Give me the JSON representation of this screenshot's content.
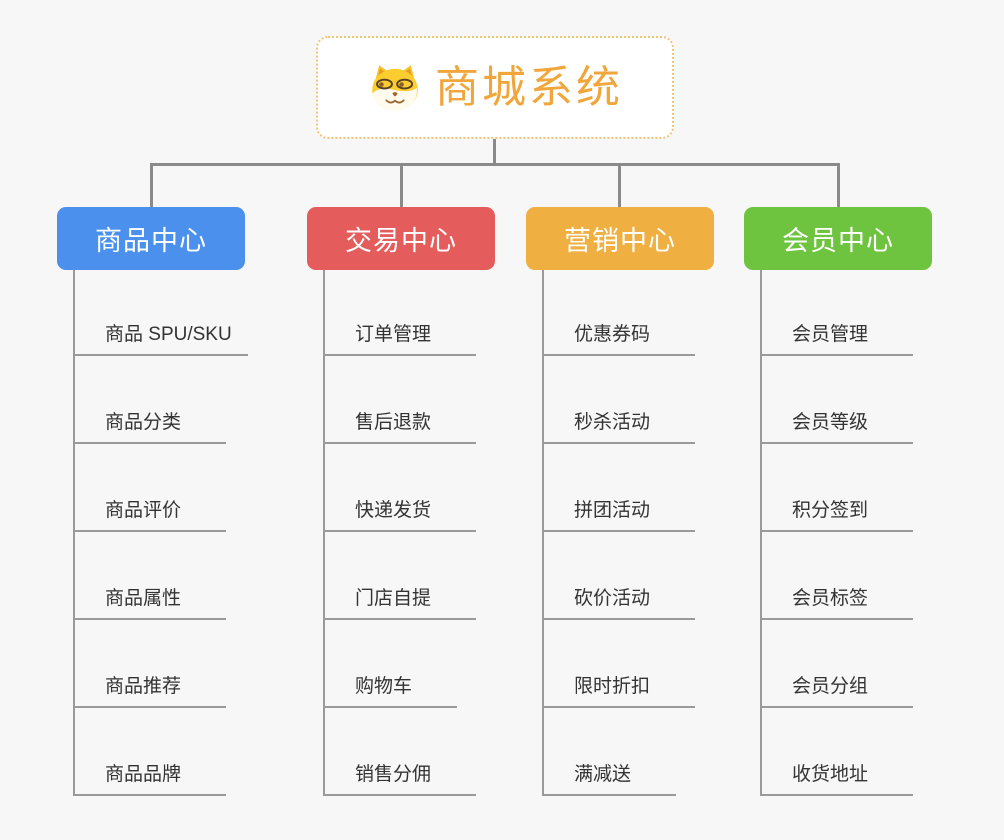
{
  "root": {
    "title": "商城系统",
    "icon": "dog-face-icon"
  },
  "branches": [
    {
      "label": "商品中心",
      "color": "#4a90ec",
      "children": [
        "商品 SPU/SKU",
        "商品分类",
        "商品评价",
        "商品属性",
        "商品推荐",
        "商品品牌"
      ]
    },
    {
      "label": "交易中心",
      "color": "#e45c5c",
      "children": [
        "订单管理",
        "售后退款",
        "快递发货",
        "门店自提",
        "购物车",
        "销售分佣"
      ]
    },
    {
      "label": "营销中心",
      "color": "#efaf41",
      "children": [
        "优惠券码",
        "秒杀活动",
        "拼团活动",
        "砍价活动",
        "限时折扣",
        "满减送"
      ]
    },
    {
      "label": "会员中心",
      "color": "#6ec33f",
      "children": [
        "会员管理",
        "会员等级",
        "积分签到",
        "会员标签",
        "会员分组",
        "收货地址"
      ]
    }
  ],
  "colors": {
    "root_text": "#f0a63b",
    "root_border": "#f2c377",
    "connector": "#8a8a8a",
    "child_line": "#9a9a9a",
    "child_text": "#333333",
    "background": "#f7f7f7"
  }
}
